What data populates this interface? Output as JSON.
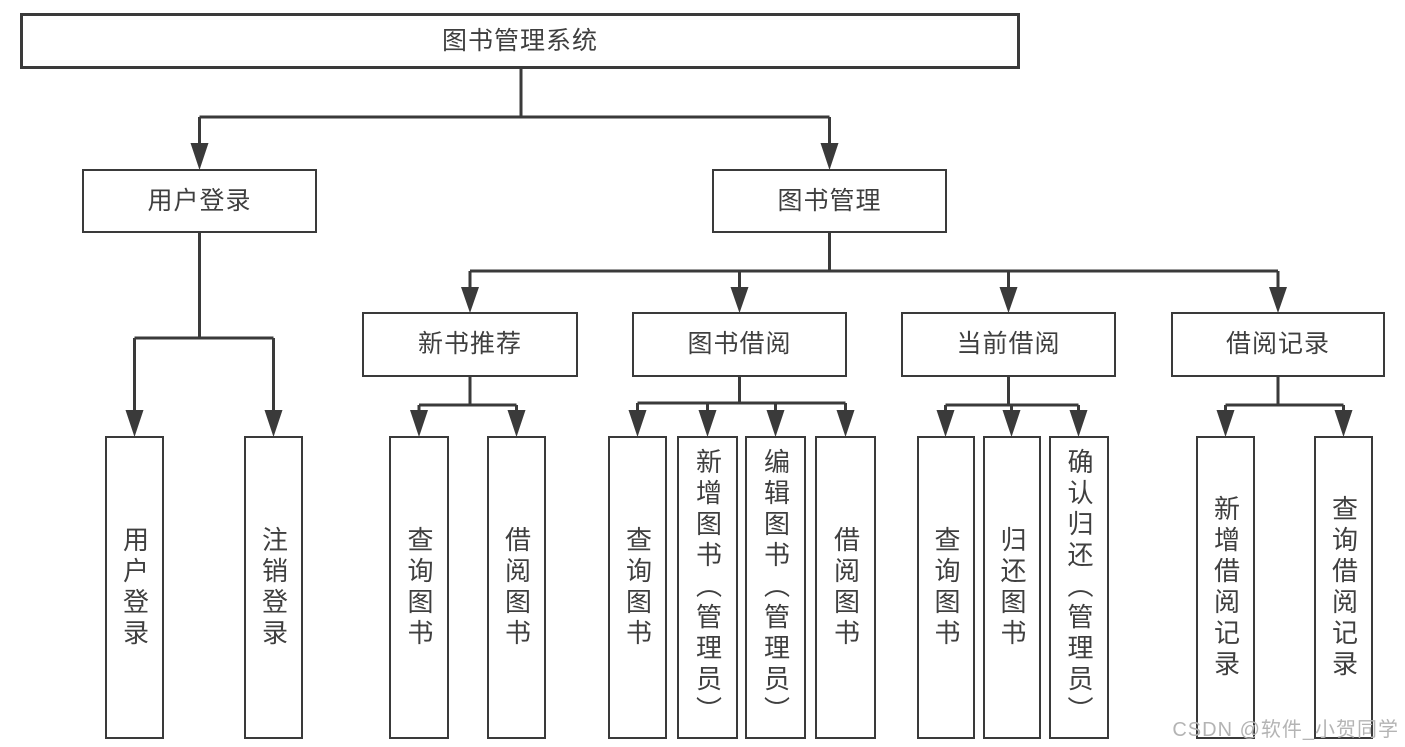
{
  "colors": {
    "line": "#3a3a3a",
    "box_border": "#3a3a3a",
    "text": "#3f3f3f",
    "background": "#ffffff",
    "watermark": "#b4b4b4"
  },
  "tree": {
    "root": {
      "label": "图书管理系统"
    },
    "branches": [
      {
        "label": "用户登录",
        "leaves": [
          {
            "label": "用户登录"
          },
          {
            "label": "注销登录"
          }
        ]
      },
      {
        "label": "图书管理",
        "groups": [
          {
            "label": "新书推荐",
            "leaves": [
              {
                "label": "查询图书"
              },
              {
                "label": "借阅图书"
              }
            ]
          },
          {
            "label": "图书借阅",
            "leaves": [
              {
                "label": "查询图书"
              },
              {
                "label": "新增图书（管理员）"
              },
              {
                "label": "编辑图书（管理员）"
              },
              {
                "label": "借阅图书"
              }
            ]
          },
          {
            "label": "当前借阅",
            "leaves": [
              {
                "label": "查询图书"
              },
              {
                "label": "归还图书"
              },
              {
                "label": "确认归还（管理员）"
              }
            ]
          },
          {
            "label": "借阅记录",
            "leaves": [
              {
                "label": "新增借阅记录"
              },
              {
                "label": "查询借阅记录"
              }
            ]
          }
        ]
      }
    ]
  },
  "watermark": {
    "text": "CSDN @软件_小贺同学"
  }
}
